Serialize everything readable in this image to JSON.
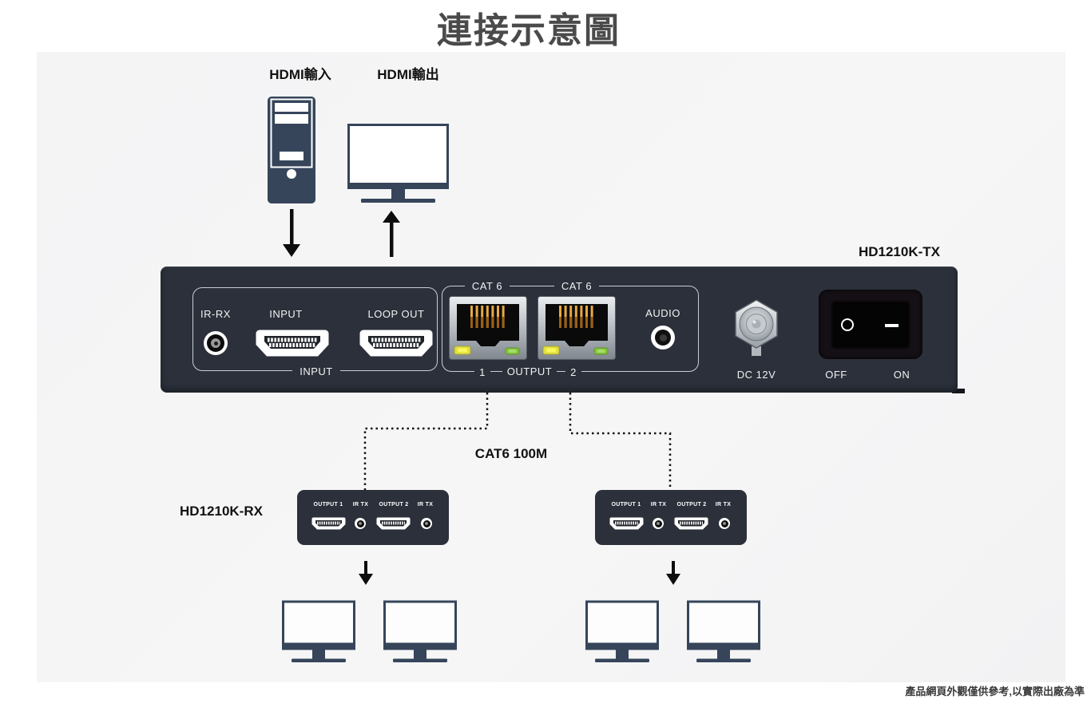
{
  "title": "連接示意圖",
  "labels": {
    "hdmi_in": "HDMI輸入",
    "hdmi_out": "HDMI輸出"
  },
  "tx": {
    "model": "HD1210K-TX",
    "ir_rx": "IR-RX",
    "input": "INPUT",
    "loop_out": "LOOP OUT",
    "input_group": "INPUT",
    "cat6_left": "CAT 6",
    "cat6_right": "CAT 6",
    "output_1": "1",
    "output_group": "OUTPUT",
    "output_2": "2",
    "audio": "AUDIO",
    "dc_12v": "DC 12V",
    "off": "OFF",
    "on": "ON"
  },
  "cable": {
    "label": "CAT6 100M"
  },
  "rx": {
    "model": "HD1210K-RX",
    "port_labels": [
      "OUTPUT 1",
      "IR TX",
      "OUTPUT 2",
      "IR TX"
    ]
  },
  "disclaimer": "產品網頁外觀僅供參考,以實際出廠為準",
  "colors": {
    "stage_background": "#f5f5f6",
    "device_panel": "#2b303a",
    "icon_slate": "#36455a",
    "title_gray": "#4a4a4a",
    "led_yellow": "#e3e13f",
    "led_green": "#83c43f",
    "pin_gold": "#c8882a"
  }
}
